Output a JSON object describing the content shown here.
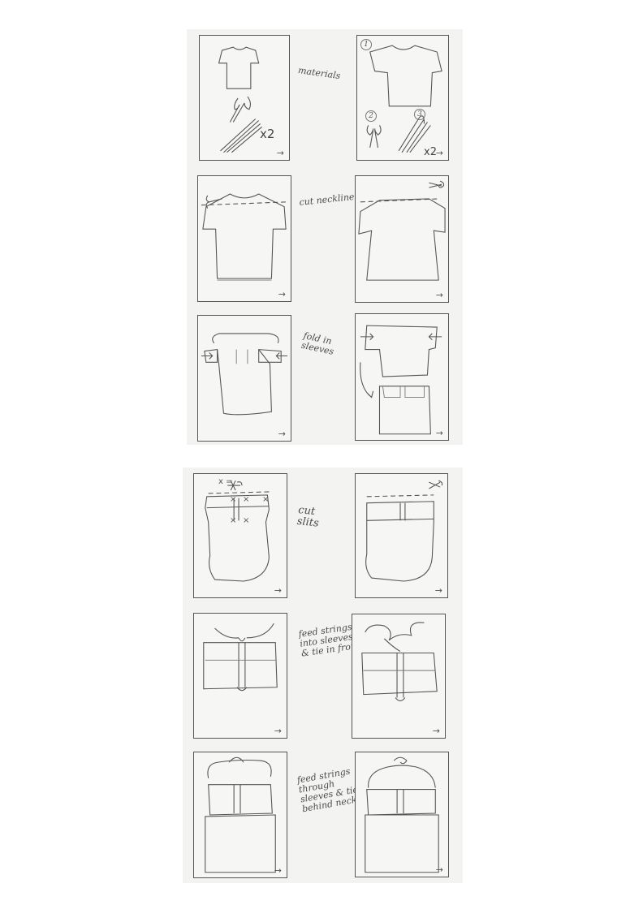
{
  "sheets": [
    {
      "rows": [
        {
          "caption": "materials",
          "left": {
            "x_label": "x2",
            "arrow": "→"
          },
          "right": {
            "step_numbers": [
              "1",
              "2",
              "3"
            ],
            "x_label": "x2",
            "arrow": "→"
          }
        },
        {
          "caption": "cut neckline",
          "left": {
            "arrow": "→"
          },
          "right": {
            "arrow": "→"
          }
        },
        {
          "caption": "fold in sleeves",
          "left": {
            "arrow": "→"
          },
          "right": {
            "arrow": "→"
          }
        }
      ]
    },
    {
      "rows": [
        {
          "caption": "cut slits",
          "left": {
            "top_mark": "x =",
            "arrow": "→"
          },
          "right": {
            "arrow": "→"
          }
        },
        {
          "caption": "feed strings into sleeves & tie in front",
          "left": {
            "arrow": "→"
          },
          "right": {
            "arrow": "→"
          }
        },
        {
          "caption": "feed strings through sleeves & tie behind neck",
          "left": {
            "arrow": "→"
          },
          "right": {
            "arrow": "→"
          }
        }
      ]
    }
  ],
  "colors": {
    "paper": "#f3f3f2",
    "pencil": "#555555"
  },
  "icons": [
    "scissors-icon",
    "tshirt-icon",
    "string-icon",
    "arrow-icon"
  ]
}
